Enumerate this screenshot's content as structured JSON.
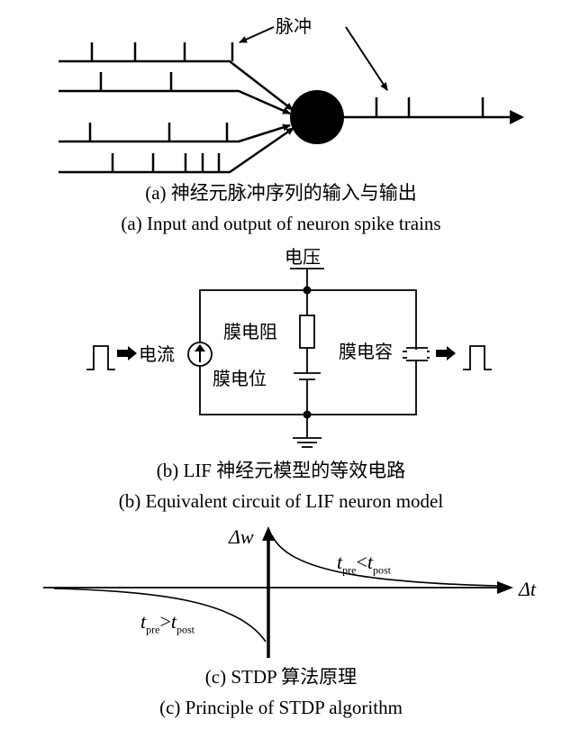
{
  "panel_a": {
    "spike_label": "脉冲",
    "caption_zh": "(a) 神经元脉冲序列的输入与输出",
    "caption_en": "(a) Input and output of neuron spike trains"
  },
  "panel_b": {
    "voltage_label": "电压",
    "current_label": "电流",
    "resistance_label": "膜电阻",
    "potential_label": "膜电位",
    "capacitance_label": "膜电容",
    "caption_zh": "(b) LIF 神经元模型的等效电路",
    "caption_en": "(b) Equivalent circuit of LIF neuron model"
  },
  "panel_c": {
    "y_axis_symbol": "Δw",
    "x_axis_symbol": "Δt",
    "ltp_base": "t",
    "ltp_sub1": "pre",
    "ltp_op": "<",
    "ltp_sub2": "post",
    "ltd_base": "t",
    "ltd_sub1": "pre",
    "ltd_op": ">",
    "ltd_sub2": "post",
    "caption_zh": "(c) STDP 算法原理",
    "caption_en": "(c) Principle of STDP algorithm"
  },
  "colors": {
    "ink": "#000000",
    "background": "#ffffff"
  }
}
